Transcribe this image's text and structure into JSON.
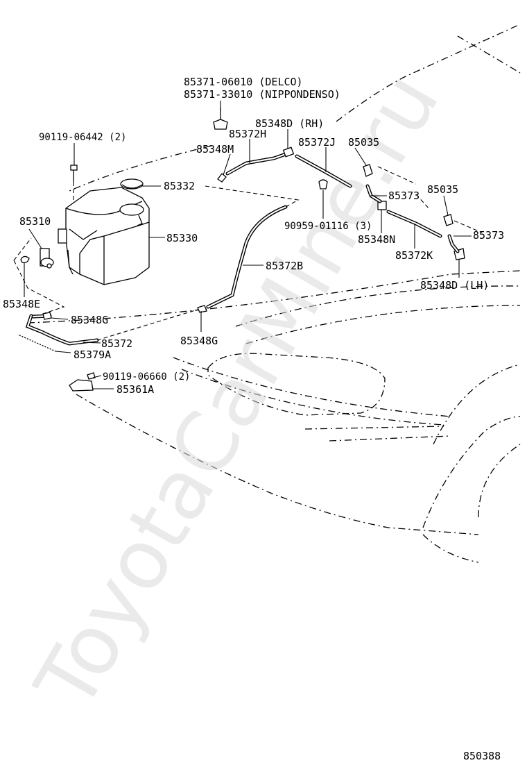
{
  "diagram": {
    "watermark": "ToyotaCarMine.ru",
    "figure_number": "850388",
    "labels": {
      "pump_delco": "85371-06010 (DELCO)",
      "pump_nippondenso": "85371-33010 (NIPPONDENSO)",
      "bolt_tank": "90119-06442 (2)",
      "nozzle_rh": "85348D (RH)",
      "hose_h": "85372H",
      "joint_m": "85348M",
      "hose_j": "85372J",
      "check_valve_top": "85035",
      "cap": "85332",
      "elbow_top": "85373",
      "check_valve_lower": "85035",
      "tank_pump": "85310",
      "tank": "85330",
      "elbow_lower": "85373",
      "clip": "90959-01116 (3)",
      "joint_n": "85348N",
      "hose_k": "85372K",
      "hose_b": "85372B",
      "nozzle_lh": "85348D (LH)",
      "joint_e": "85348E",
      "joint_g_left": "85348G",
      "hose_main": "85372",
      "protector": "85379A",
      "joint_g_right": "85348G",
      "bolt_bracket": "90119-06660 (2)",
      "bracket": "85361A"
    }
  }
}
